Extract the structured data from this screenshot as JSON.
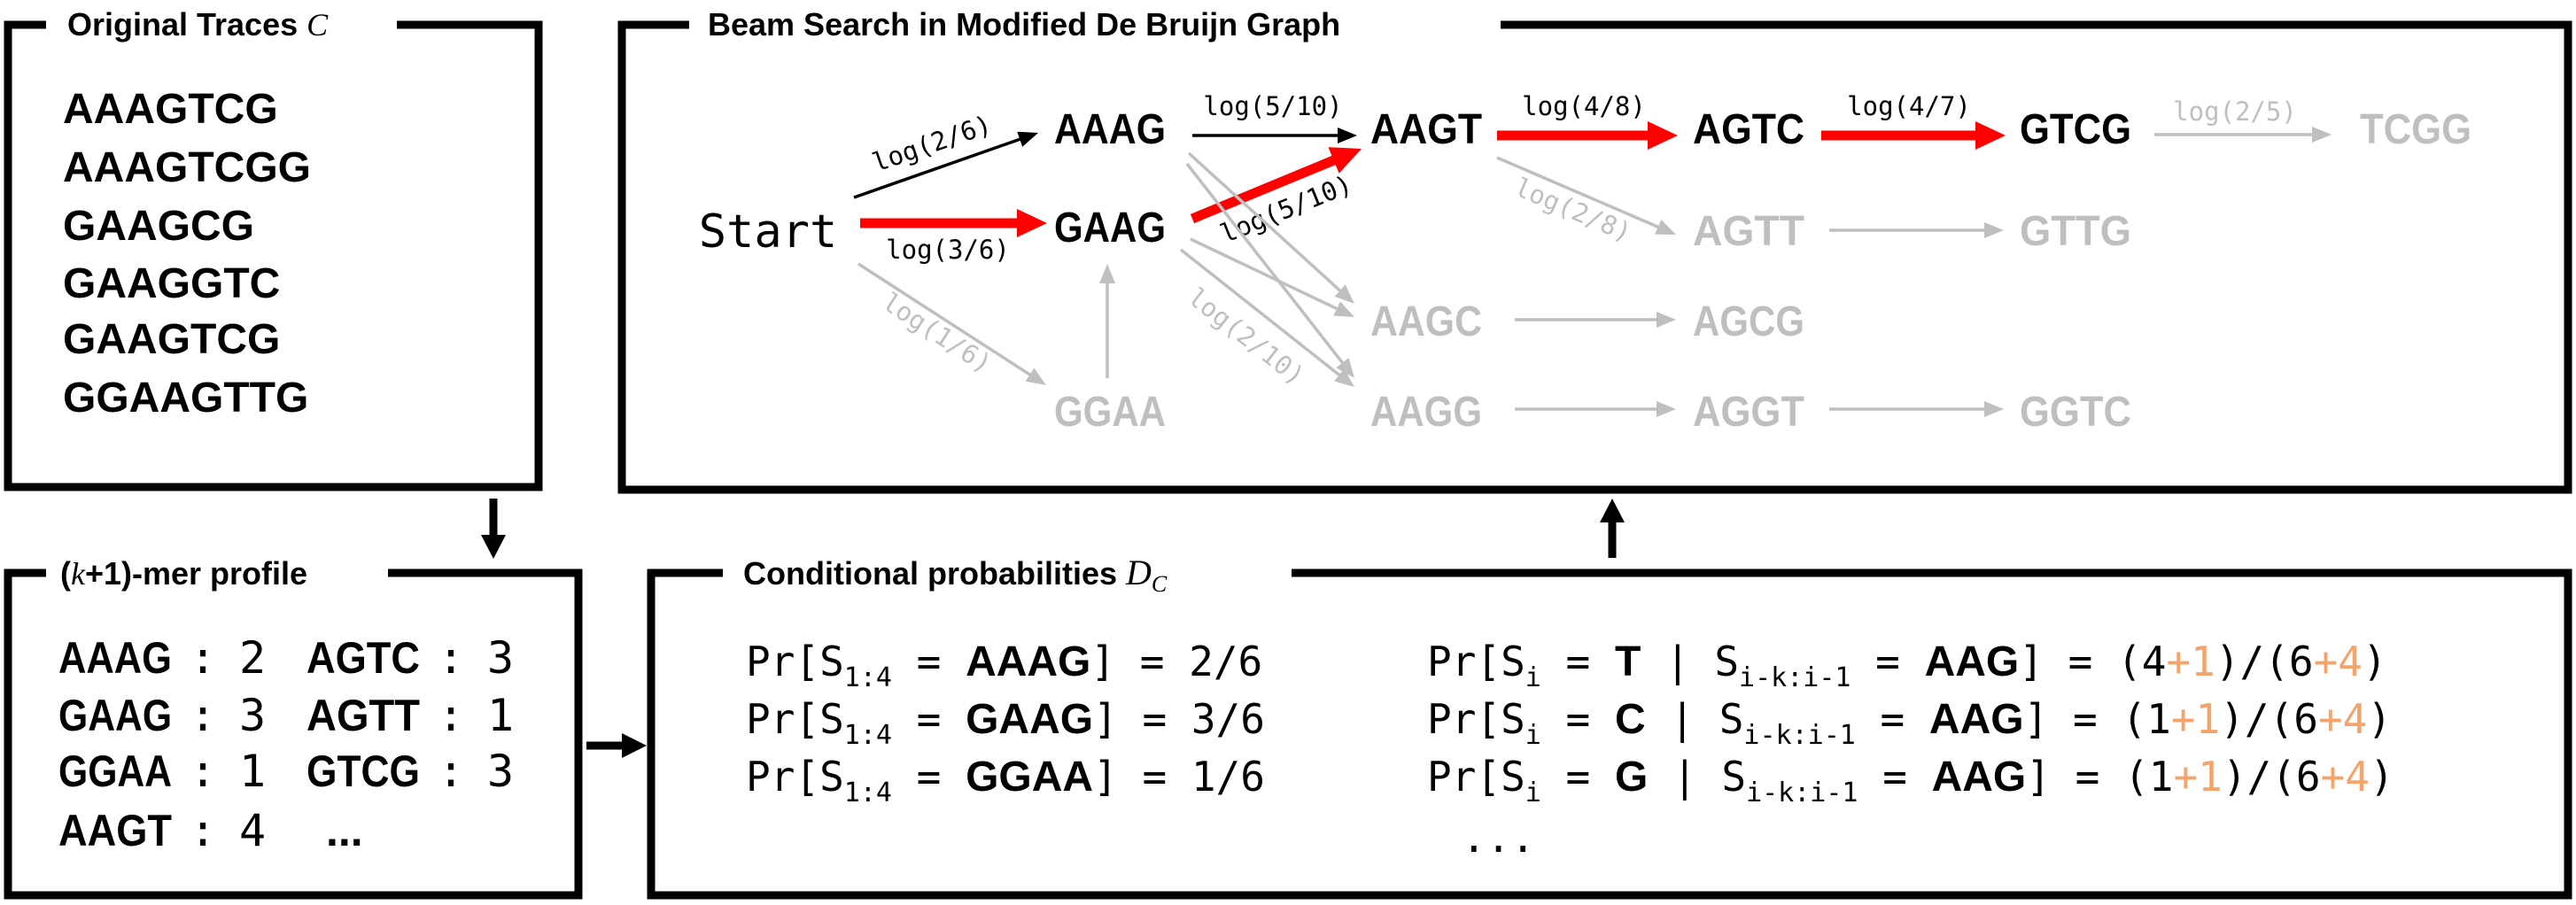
{
  "colors": {
    "path": "#FF0000",
    "active": "#000000",
    "inactive": "#BFBFBF",
    "smoothing": "#F4A46A"
  },
  "traces_panel": {
    "title": "Original Traces",
    "title_symbol": "C",
    "traces": [
      "AAAGTCG",
      "AAAGTCGG",
      "GAAGCG",
      "GAAGGTC",
      "GAAGTCG",
      "GGAAGTTG"
    ]
  },
  "graph_panel": {
    "title": "Beam Search in Modified De Bruijn Graph",
    "start_label": "Start",
    "nodes": [
      {
        "id": "AAAG",
        "label": "AAAG",
        "state": "active"
      },
      {
        "id": "GAAG",
        "label": "GAAG",
        "state": "active"
      },
      {
        "id": "GGAA",
        "label": "GGAA",
        "state": "inactive"
      },
      {
        "id": "AAGT",
        "label": "AAGT",
        "state": "active"
      },
      {
        "id": "AGTC",
        "label": "AGTC",
        "state": "active"
      },
      {
        "id": "GTCG",
        "label": "GTCG",
        "state": "active"
      },
      {
        "id": "TCGG",
        "label": "TCGG",
        "state": "inactive"
      },
      {
        "id": "AGTT",
        "label": "AGTT",
        "state": "inactive"
      },
      {
        "id": "GTTG",
        "label": "GTTG",
        "state": "inactive"
      },
      {
        "id": "AAGC",
        "label": "AAGC",
        "state": "inactive"
      },
      {
        "id": "AGCG",
        "label": "AGCG",
        "state": "inactive"
      },
      {
        "id": "AAGG",
        "label": "AAGG",
        "state": "inactive"
      },
      {
        "id": "AGGT",
        "label": "AGGT",
        "state": "inactive"
      },
      {
        "id": "GGTC",
        "label": "GGTC",
        "state": "inactive"
      }
    ],
    "edges": [
      {
        "from": "Start",
        "to": "AAAG",
        "label": "log(2/6)",
        "state": "active"
      },
      {
        "from": "Start",
        "to": "GAAG",
        "label": "log(3/6)",
        "state": "path"
      },
      {
        "from": "Start",
        "to": "GGAA",
        "label": "log(1/6)",
        "state": "inactive"
      },
      {
        "from": "GGAA",
        "to": "GAAG",
        "label": "",
        "state": "inactive"
      },
      {
        "from": "AAAG",
        "to": "AAGT",
        "label": "log(5/10)",
        "state": "active"
      },
      {
        "from": "GAAG",
        "to": "AAGT",
        "label": "log(5/10)",
        "state": "path"
      },
      {
        "from": "AAGT",
        "to": "AGTC",
        "label": "log(4/8)",
        "state": "path"
      },
      {
        "from": "AGTC",
        "to": "GTCG",
        "label": "log(4/7)",
        "state": "path"
      },
      {
        "from": "GTCG",
        "to": "TCGG",
        "label": "log(2/5)",
        "state": "inactive"
      },
      {
        "from": "AAGT",
        "to": "AGTT",
        "label": "log(2/8)",
        "state": "inactive"
      },
      {
        "from": "AGTT",
        "to": "GTTG",
        "label": "",
        "state": "inactive"
      },
      {
        "from": "AAAG",
        "to": "AAGC",
        "label": "",
        "state": "inactive"
      },
      {
        "from": "AAAG",
        "to": "AAGG",
        "label": "",
        "state": "inactive"
      },
      {
        "from": "GAAG",
        "to": "AAGC",
        "label": "",
        "state": "inactive"
      },
      {
        "from": "GAAG",
        "to": "AAGG",
        "label": "log(2/10)",
        "state": "inactive"
      },
      {
        "from": "AAGC",
        "to": "AGCG",
        "label": "",
        "state": "inactive"
      },
      {
        "from": "AAGG",
        "to": "AGGT",
        "label": "",
        "state": "inactive"
      },
      {
        "from": "AGGT",
        "to": "GGTC",
        "label": "",
        "state": "inactive"
      }
    ]
  },
  "profile_panel": {
    "title_open": "(",
    "title_k": "k",
    "title_rest": "+1)-mer profile",
    "separator": ":",
    "entries": [
      {
        "kmer": "AAAG",
        "count": "2"
      },
      {
        "kmer": "GAAG",
        "count": "3"
      },
      {
        "kmer": "GGAA",
        "count": "1"
      },
      {
        "kmer": "AAGT",
        "count": "4"
      },
      {
        "kmer": "AGTC",
        "count": "3"
      },
      {
        "kmer": "AGTT",
        "count": "1"
      },
      {
        "kmer": "GTCG",
        "count": "3"
      }
    ],
    "ellipsis": "..."
  },
  "prob_panel": {
    "title": "Conditional probabilities",
    "title_symbol": "D",
    "title_subscript": "C",
    "initial": [
      [
        {
          "t": "Pr[S",
          "s": "mono"
        },
        {
          "t": "1:4",
          "s": "sub"
        },
        {
          "t": " = ",
          "s": "mono"
        },
        {
          "t": "AAAG",
          "s": "bold"
        },
        {
          "t": "] = 2/6",
          "s": "mono"
        }
      ],
      [
        {
          "t": "Pr[S",
          "s": "mono"
        },
        {
          "t": "1:4",
          "s": "sub"
        },
        {
          "t": " = ",
          "s": "mono"
        },
        {
          "t": "GAAG",
          "s": "bold"
        },
        {
          "t": "] = 3/6",
          "s": "mono"
        }
      ],
      [
        {
          "t": "Pr[S",
          "s": "mono"
        },
        {
          "t": "1:4",
          "s": "sub"
        },
        {
          "t": " = ",
          "s": "mono"
        },
        {
          "t": "GGAA",
          "s": "bold"
        },
        {
          "t": "] = 1/6",
          "s": "mono"
        }
      ]
    ],
    "transition": [
      [
        {
          "t": "Pr[S",
          "s": "mono"
        },
        {
          "t": "i",
          "s": "sub"
        },
        {
          "t": " = ",
          "s": "mono"
        },
        {
          "t": "T",
          "s": "bold"
        },
        {
          "t": " | S",
          "s": "mono"
        },
        {
          "t": "i-k:i-1",
          "s": "sub"
        },
        {
          "t": " = ",
          "s": "mono"
        },
        {
          "t": "AAG",
          "s": "bold"
        },
        {
          "t": "] = (4",
          "s": "mono"
        },
        {
          "t": "+1",
          "s": "orange"
        },
        {
          "t": ")/(6",
          "s": "mono"
        },
        {
          "t": "+4",
          "s": "orange"
        },
        {
          "t": ")",
          "s": "mono"
        }
      ],
      [
        {
          "t": "Pr[S",
          "s": "mono"
        },
        {
          "t": "i",
          "s": "sub"
        },
        {
          "t": " = ",
          "s": "mono"
        },
        {
          "t": "C",
          "s": "bold"
        },
        {
          "t": " | S",
          "s": "mono"
        },
        {
          "t": "i-k:i-1",
          "s": "sub"
        },
        {
          "t": " = ",
          "s": "mono"
        },
        {
          "t": "AAG",
          "s": "bold"
        },
        {
          "t": "] = (1",
          "s": "mono"
        },
        {
          "t": "+1",
          "s": "orange"
        },
        {
          "t": ")/(6",
          "s": "mono"
        },
        {
          "t": "+4",
          "s": "orange"
        },
        {
          "t": ")",
          "s": "mono"
        }
      ],
      [
        {
          "t": "Pr[S",
          "s": "mono"
        },
        {
          "t": "i",
          "s": "sub"
        },
        {
          "t": " = ",
          "s": "mono"
        },
        {
          "t": "G",
          "s": "bold"
        },
        {
          "t": " | S",
          "s": "mono"
        },
        {
          "t": "i-k:i-1",
          "s": "sub"
        },
        {
          "t": " = ",
          "s": "mono"
        },
        {
          "t": "AAG",
          "s": "bold"
        },
        {
          "t": "] = (1",
          "s": "mono"
        },
        {
          "t": "+1",
          "s": "orange"
        },
        {
          "t": ")/(6",
          "s": "mono"
        },
        {
          "t": "+4",
          "s": "orange"
        },
        {
          "t": ")",
          "s": "mono"
        }
      ]
    ],
    "ellipsis": "..."
  }
}
